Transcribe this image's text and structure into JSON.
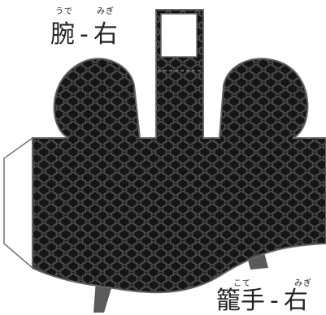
{
  "labels": {
    "top": {
      "main_word": "腕",
      "main_word_ruby": "うで",
      "separator": "-",
      "side_word": "右",
      "side_word_ruby": "みぎ"
    },
    "bottom": {
      "main_word": "籠手",
      "main_word_ruby": "こて",
      "separator": "-",
      "side_word": "右",
      "side_word_ruby": "みぎ"
    }
  },
  "colors": {
    "piece_fill": "#151515",
    "hex_stroke": "#4a4a4a",
    "outline": "#6a6a6a",
    "tab_fill": "#5a5a5a",
    "window_fill": "#ffffff"
  }
}
